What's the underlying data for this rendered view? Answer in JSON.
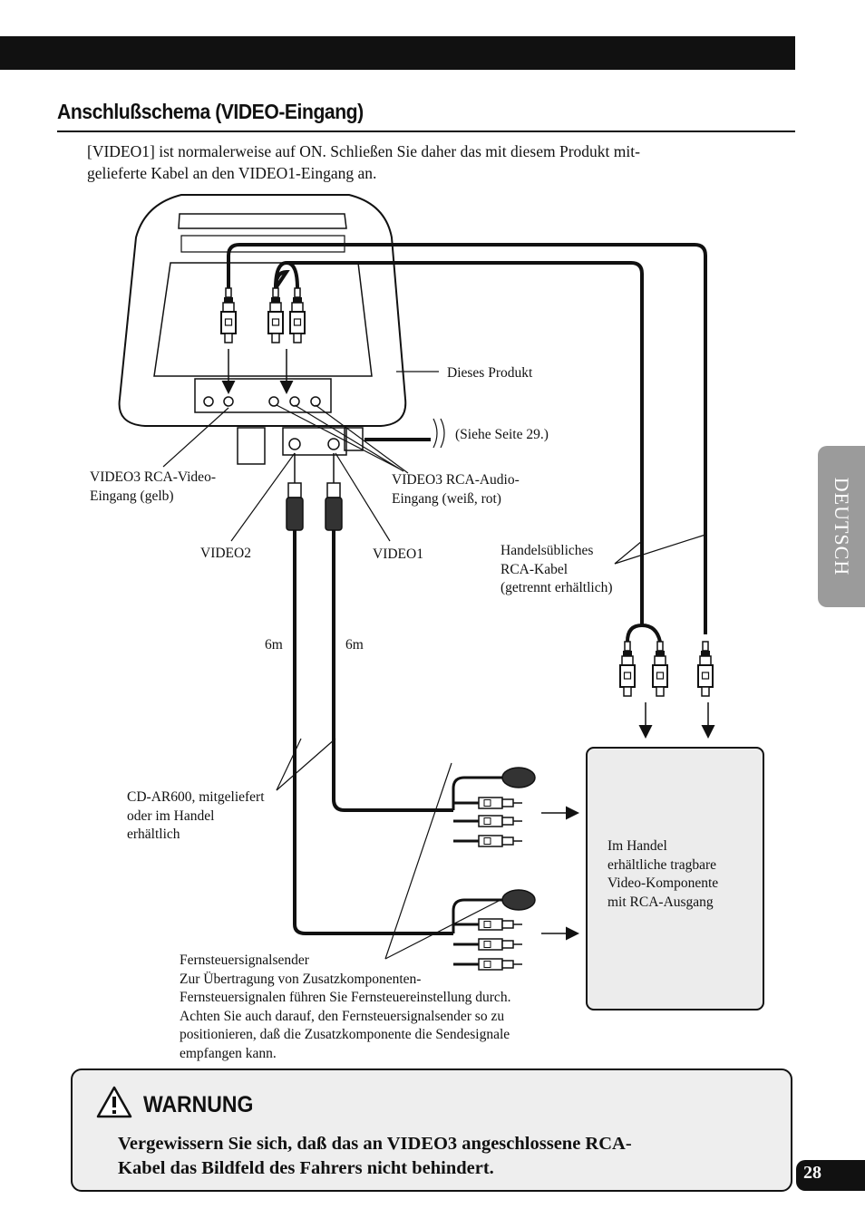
{
  "section_title": "Anschlußschema (VIDEO-Eingang)",
  "intro_line1": "[VIDEO1] ist normalerweise auf ON. Schließen Sie daher das mit diesem Produkt mit-",
  "intro_line2": "gelieferte Kabel an den VIDEO1-Eingang an.",
  "side_tab": "DEUTSCH",
  "page_number": "28",
  "labels": {
    "dieses_produkt": "Dieses Produkt",
    "siehe_seite": "(Siehe Seite 29.)",
    "video3_video_l1": "VIDEO3 RCA-Video-",
    "video3_video_l2": "Eingang (gelb)",
    "video3_audio_l1": "VIDEO3 RCA-Audio-",
    "video3_audio_l2": "Eingang (weiß, rot)",
    "video2": "VIDEO2",
    "video1": "VIDEO1",
    "handels_l1": "Handelsübliches",
    "handels_l2": "RCA-Kabel",
    "handels_l3": "(getrennt erhältlich)",
    "len_left": "6m",
    "len_right": "6m",
    "cd_l1": "CD-AR600, mitgeliefert",
    "cd_l2": "oder im Handel",
    "cd_l3": "erhältlich",
    "comp_l1": "Im Handel",
    "comp_l2": "erhältliche tragbare",
    "comp_l3": "Video-Komponente",
    "comp_l4": "mit RCA-Ausgang",
    "fern_l1": "Fernsteuersignalsender",
    "fern_l2": "Zur Übertragung von Zusatzkomponenten-",
    "fern_l3": "Fernsteuersignalen führen Sie Fernsteuereinstellung durch.",
    "fern_l4": "Achten Sie auch darauf, den Fernsteuersignalsender so zu",
    "fern_l5": "positionieren, daß die Zusatzkomponente die Sendesignale",
    "fern_l6": "empfangen kann."
  },
  "warning": {
    "title": "WARNUNG",
    "line1": "Vergewissern Sie sich, daß das an VIDEO3 angeschlossene RCA-",
    "line2": "Kabel das Bildfeld des Fahrers nicht behindert."
  },
  "icons": [
    "warning-triangle-icon"
  ]
}
